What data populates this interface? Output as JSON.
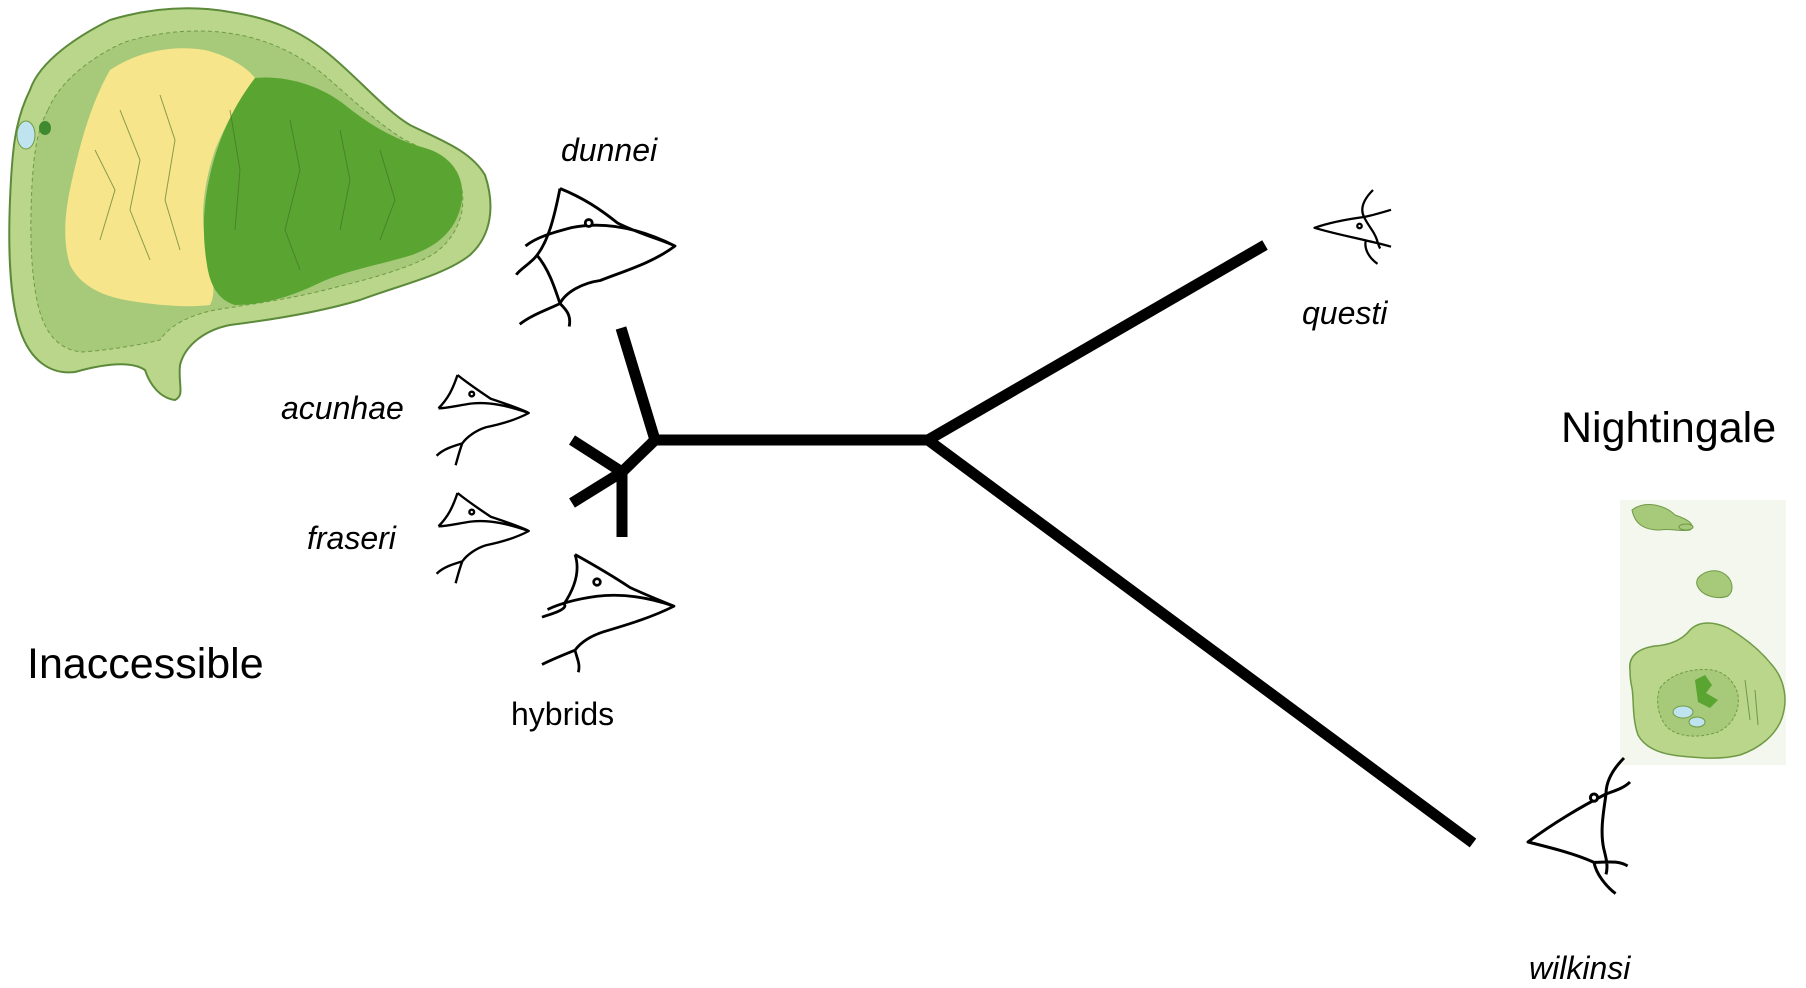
{
  "islands": {
    "inaccessible": "Inaccessible",
    "nightingale": "Nightingale"
  },
  "species": {
    "dunnei": "dunnei",
    "acunhae": "acunhae",
    "fraseri": "fraseri",
    "questi": "questi",
    "wilkinsi": "wilkinsi"
  },
  "hybrids_label": "hybrids",
  "colors": {
    "branch": "#000000",
    "map_light": "#b9d68a",
    "map_mid": "#a7c97a",
    "map_yellow": "#f6e58a",
    "map_dark": "#5aa532",
    "water": "#bfe4f0"
  }
}
